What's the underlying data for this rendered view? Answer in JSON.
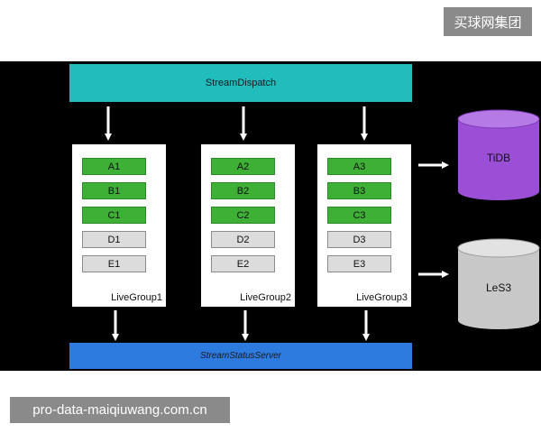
{
  "watermark_top": "买球网集团",
  "watermark_bottom": "pro-data-maiqiuwang.com.cn",
  "dispatch": {
    "label": "StreamDispatch",
    "color": "#21bcbc"
  },
  "status_server": {
    "label": "StreamStatusServer",
    "color": "#2e7be0"
  },
  "groups": [
    {
      "label": "LiveGroup1",
      "cells": [
        {
          "text": "A1",
          "state": "green"
        },
        {
          "text": "B1",
          "state": "green"
        },
        {
          "text": "C1",
          "state": "green"
        },
        {
          "text": "D1",
          "state": "gray"
        },
        {
          "text": "E1",
          "state": "gray"
        }
      ]
    },
    {
      "label": "LiveGroup2",
      "cells": [
        {
          "text": "A2",
          "state": "green"
        },
        {
          "text": "B2",
          "state": "green"
        },
        {
          "text": "C2",
          "state": "green"
        },
        {
          "text": "D2",
          "state": "gray"
        },
        {
          "text": "E2",
          "state": "gray"
        }
      ]
    },
    {
      "label": "LiveGroup3",
      "cells": [
        {
          "text": "A3",
          "state": "green"
        },
        {
          "text": "B3",
          "state": "green"
        },
        {
          "text": "C3",
          "state": "green"
        },
        {
          "text": "D3",
          "state": "gray"
        },
        {
          "text": "E3",
          "state": "gray"
        }
      ]
    }
  ],
  "databases": [
    {
      "label": "TiDB",
      "color": "#9b4fd6"
    },
    {
      "label": "LeS3",
      "color": "#c8c8c8"
    }
  ]
}
